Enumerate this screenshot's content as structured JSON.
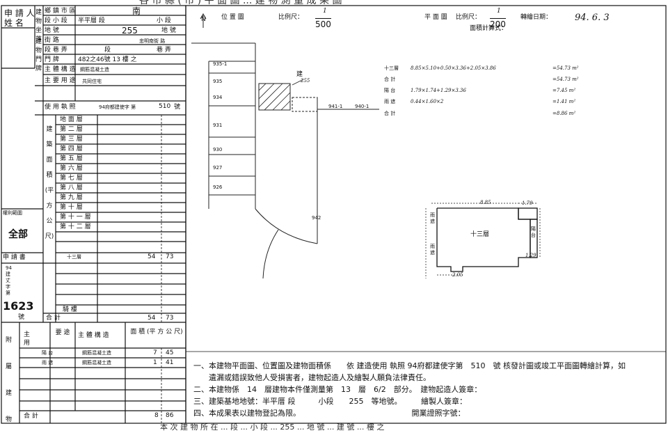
{
  "header_cut": "各 市 縣 ( 市 ) 平 面 圖 ... 建 物 測 量 成 果 圖",
  "applicant": {
    "label1": "申 請 人",
    "label2": "姓     名"
  },
  "location": {
    "side_label": "建物坐落",
    "row1": {
      "k": "鄉 鎮 市 區",
      "v": "南"
    },
    "row2": {
      "k": "段  小 段",
      "v": "半平層 段",
      "v2": "小 段"
    },
    "row3": {
      "k": "地  號",
      "v": "255",
      "v2": "地 號"
    }
  },
  "doorplate": {
    "side_label": "建物門牌",
    "row1": {
      "k": "街  路",
      "v": "忠明南街 路"
    },
    "row2": {
      "k": "段 巷 弄",
      "v": "段",
      "v2": "巷 弄"
    },
    "row3": {
      "k": "門  牌",
      "v": "482之46號 13 樓 之"
    }
  },
  "main_structure": {
    "k": "主 體 構 造",
    "v": "鋼筋混凝土造"
  },
  "main_use": {
    "k": "主 要 用 途",
    "v": "共同住宅"
  },
  "license": {
    "k": "使 用 執 照",
    "v": "94府都建使字 第",
    "no": "510",
    "suffix": "號"
  },
  "floors_side": "建 築 面 積 (平 方 公 尺)",
  "floors": [
    "地 面 層",
    "第 二 層",
    "第 三 層",
    "第 四 層",
    "第 五 層",
    "第 六 層",
    "第 七 層",
    "第 八 層",
    "第 九 層",
    "第 十 層",
    "第 十 一 層",
    "第 十 二 層"
  ],
  "floor13": {
    "label": "十三層",
    "int": "54",
    "dec": "73"
  },
  "total": {
    "label": "合   計",
    "int": "54",
    "dec": "73"
  },
  "rights": {
    "label": "權利範圍",
    "value": "全部"
  },
  "application": {
    "label": "申 請 書",
    "lines": [
      "94",
      "建",
      "丈",
      "字",
      "第"
    ],
    "no": "1623",
    "suffix": "號"
  },
  "balcony_label": "騎   樓",
  "attached": {
    "side_label": "附屬建物",
    "h_main": "主 用",
    "h_use": "要 途",
    "h_struct": "主 體 構 造",
    "h_area": "面   積 (平 方 公 尺)",
    "rows": [
      {
        "use": "陽 台",
        "struct": "鋼筋混凝土造",
        "int": "7",
        "dec": "45"
      },
      {
        "use": "雨 遮",
        "struct": "鋼筋混凝土造",
        "int": "1",
        "dec": "41"
      }
    ],
    "total_label": "合   計",
    "total_int": "8",
    "total_dec": "86"
  },
  "location_map": {
    "north": "N",
    "title": "位 置 圖",
    "scale_label": "比例尺：",
    "scale_num": "1",
    "scale_den": "500",
    "lots": [
      "935-1",
      "935",
      "934",
      "931",
      "930",
      "927",
      "926",
      "942",
      "941-1",
      "940-1"
    ],
    "building_label": "建",
    "building_no": "255"
  },
  "floor_plan": {
    "title": "平 面 圖",
    "scale_label": "比例尺：",
    "scale_num": "1",
    "scale_den": "200",
    "draw_date_label": "轉繪日期：",
    "draw_date": "94. 6. 3",
    "calc_label": "面積計算式：",
    "calc": [
      {
        "k": "十三層",
        "f": "8.85×5.10+0.50×3.36+2.05×3.86",
        "r": "=54.73 m²"
      },
      {
        "k": "合  計",
        "f": "",
        "r": "=54.73 m²"
      },
      {
        "k": "陽  台",
        "f": "1.79×1.74+1.29×3.36",
        "r": "=7.45 m²"
      },
      {
        "k": "雨  遮",
        "f": "0.44×1.60×2",
        "r": "=1.41 m²"
      },
      {
        "k": "合  計",
        "f": "",
        "r": "=8.86 m²"
      }
    ],
    "dims": {
      "top": "8.85",
      "top_right": "1.79",
      "bottom": "2.05",
      "right_small": "1.29",
      "room": "十三層",
      "left_tag": "雨遮",
      "left_tag2": "雨遮",
      "right_tag": "陽台"
    }
  },
  "notes": [
    "一、本建物平面圖、位置圖及建物面積係　　依 建造使用 執照 94府都建使字第　510　號 核發計圖或竣工平面圖轉繪計算，如",
    "　　遺漏或錯誤致他人受損害者，建物起造人及繪製人願負法律責任。",
    "二、本建物係　14　層建物本件僅測量第　13　層　6/2　部分。　建物起造人簽章：",
    "三、建築基地地號：半平厝 段　　　小段　　255　等地號。　　　繪製人簽章：",
    "四、本成果表以建物登記為限。　　　　　　　　　　　　　　　開業證照字號："
  ],
  "footer_cut": "本 次 建 物 所 在 ... 段 ... 小 段 ... 255 ... 地 號 ... 建 號 ... 樓 之"
}
